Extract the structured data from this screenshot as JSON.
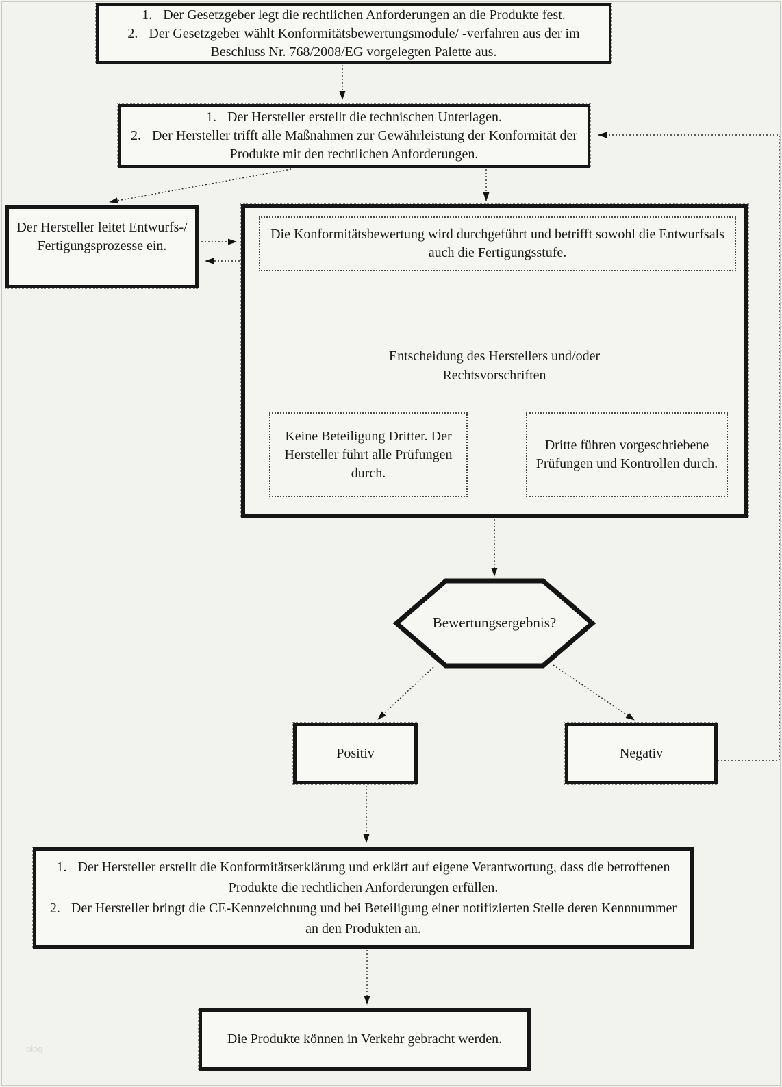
{
  "page": {
    "watermark": "blog",
    "colors": {
      "background": "#f2f2ef",
      "box_fill": "#f8f8f5",
      "border": "#161616",
      "connector": "#2b2b2b"
    }
  },
  "boxes": {
    "legislator": {
      "items": [
        {
          "num": "1.",
          "text": "Der Gesetzgeber legt die rechtlichen Anforderungen an die Produkte fest."
        },
        {
          "num": "2.",
          "text": "Der Gesetzgeber wählt Konformitätsbewertungsmodule/ -verfahren aus der im Beschluss Nr. 768/2008/EG vorgelegten Palette aus."
        }
      ]
    },
    "manufacturer_prep": {
      "items": [
        {
          "num": "1.",
          "text": "Der Hersteller erstellt die technischen Unterlagen."
        },
        {
          "num": "2.",
          "text": "Der Hersteller trifft alle Maßnahmen zur Gewährleistung der Konformität der Produkte mit den rechtlichen Anforderungen."
        }
      ]
    },
    "design_production": {
      "text": "Der Hersteller leitet Entwurfs-/ Fertigungsprozesse ein."
    },
    "conformity_assessment": {
      "text": "Die Konformitätsbewertung wird durchgeführt und betrifft sowohl die Entwurfsals auch die Fertigungsstufe."
    },
    "decision": {
      "text": "Entscheidung des Herstellers und/oder Rechtsvorschriften"
    },
    "no_third_party": {
      "text": "Keine Beteiligung Dritter. Der Hersteller führt alle Prüfungen durch."
    },
    "third_party": {
      "text": "Dritte führen vorgeschriebene Prüfungen und Kontrollen durch."
    },
    "result_question": {
      "text": "Bewertungsergebnis?"
    },
    "positive": {
      "text": "Positiv"
    },
    "negative": {
      "text": "Negativ"
    },
    "declaration": {
      "items": [
        {
          "num": "1.",
          "text": "Der Hersteller erstellt die Konformitätserklärung und erklärt auf eigene Verantwortung, dass die betroffenen Produkte die rechtlichen Anforderungen erfüllen."
        },
        {
          "num": "2.",
          "text": "Der Hersteller bringt die CE-Kennzeichnung und bei Beteiligung einer notifizierten Stelle deren Kennnummer an den Produkten an."
        }
      ]
    },
    "market": {
      "text": "Die Produkte können in Verkehr gebracht werden."
    }
  }
}
